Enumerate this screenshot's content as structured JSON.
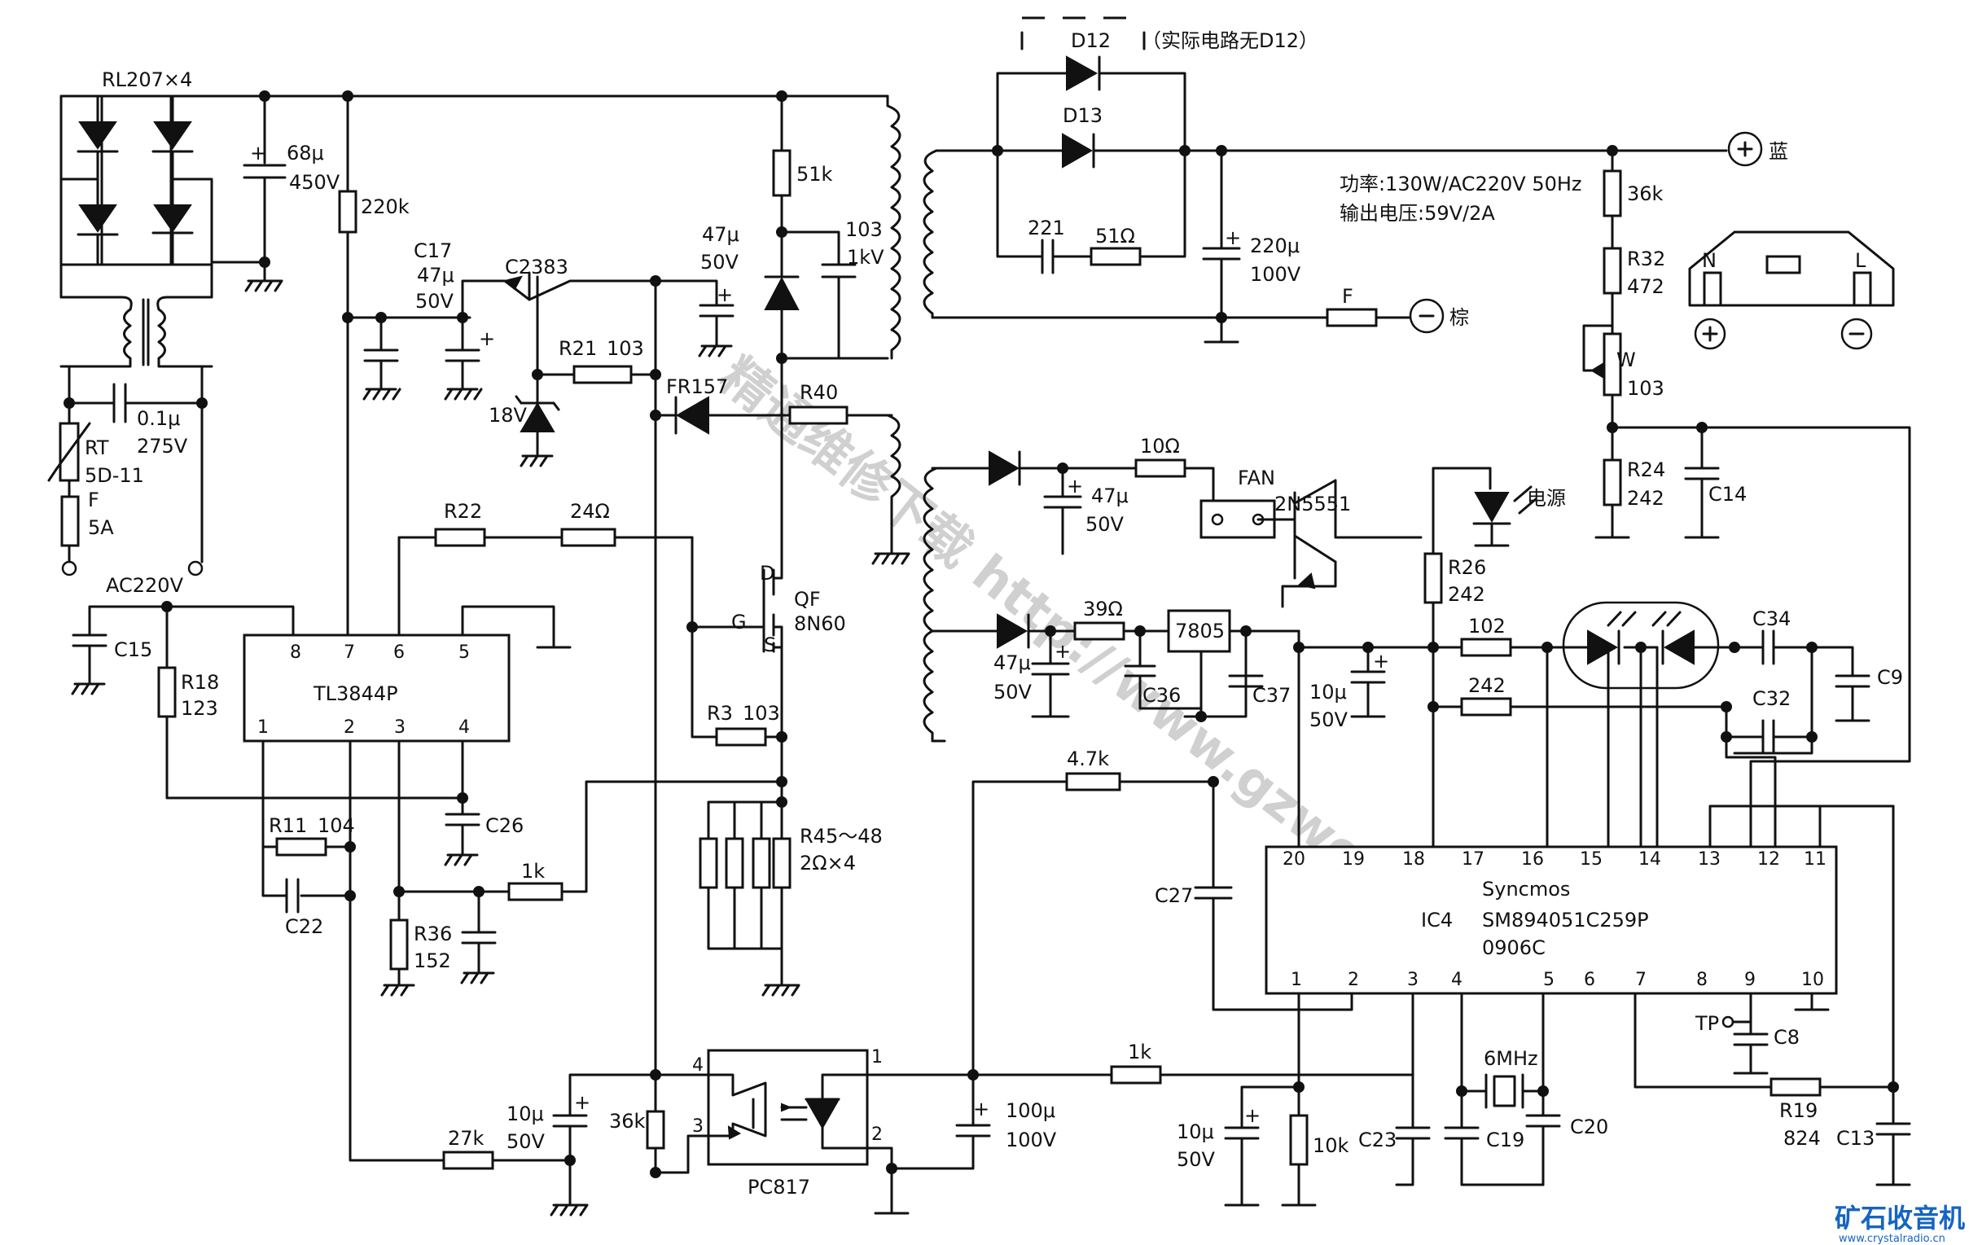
{
  "labels": {
    "bridge": "RL207×4",
    "c_bulk": "68μ",
    "c_bulk_v": "450V",
    "r_start": "220k",
    "c17_name": "C17",
    "c17_val": "47μ",
    "c17_v": "50V",
    "q_2383": "C2383",
    "r21": "R21",
    "r21_val": "103",
    "zener": "18V",
    "c_top": "47μ",
    "c_top_v": "50V",
    "r51k": "51k",
    "c103": "103",
    "c103_v": "1kV",
    "fr157": "FR157",
    "r40": "R40",
    "cap_x": "0.1μ",
    "cap_x_v": "275V",
    "rt": "RT",
    "rt_val": "5D-11",
    "fuse": "F",
    "fuse_val": "5A",
    "ac": "AC220V",
    "r22": "R22",
    "r24ohm": "24Ω",
    "qf": "QF",
    "qf_val": "8N60",
    "g": "G",
    "d": "D",
    "s": "S",
    "c15": "C15",
    "r18": "R18",
    "r18_val": "123",
    "ic1": "TL3844P",
    "r3": "R3",
    "r3_val": "103",
    "r45": "R45～48",
    "r45_val": "2Ω×4",
    "r11": "R11",
    "r11_val": "104",
    "c22": "C22",
    "c26": "C26",
    "r1k_a": "1k",
    "r36": "R36",
    "r36_val": "152",
    "c10u": "10μ",
    "c10u_v": "50V",
    "r36k_b": "36k",
    "r27k": "27k",
    "pc817": "PC817",
    "c100u": "100μ",
    "c100u_v": "100V",
    "d12": "D12",
    "d12_note": "（实际电路无D12）",
    "d13": "D13",
    "c221": "221",
    "r51ohm": "51Ω",
    "c220u": "220μ",
    "c220u_v": "100V",
    "fuse_out": "F",
    "blue": "蓝",
    "brown": "棕",
    "power": "功率:130W/AC220V 50Hz",
    "vout": "输出电压:59V/2A",
    "r36k": "36k",
    "r32": "R32",
    "r32_val": "472",
    "w": "W",
    "w_val": "103",
    "r24": "R24",
    "r24_val": "242",
    "c14": "C14",
    "plug_n": "N",
    "plug_l": "L",
    "r10ohm": "10Ω",
    "c47u_fan": "47μ",
    "c47u_fan_v": "50V",
    "fan": "FAN",
    "q2n5551": "2N5551",
    "led_power": "电源",
    "r26": "R26",
    "r26_val": "242",
    "r39ohm": "39Ω",
    "c47u_5": "47μ",
    "c47u_5_v": "50V",
    "reg7805": "7805",
    "c36": "C36",
    "c37": "C37",
    "c10u_b": "10μ",
    "c10u_b_v": "50V",
    "r102": "102",
    "r242": "242",
    "c34": "C34",
    "c32": "C32",
    "c9": "C9",
    "r4k7": "4.7k",
    "c27": "C27",
    "ic4_brand": "Syncmos",
    "ic4": "IC4",
    "ic4_part": "SM894051C259P",
    "ic4_code": "0906C",
    "tp": "TP",
    "c8": "C8",
    "r1k_b": "1k",
    "xtal": "6MHz",
    "c10u_c": "10μ",
    "c10u_c_v": "50V",
    "r10k": "10k",
    "c23": "C23",
    "c19": "C19",
    "c20": "C20",
    "r19": "R19",
    "r19_val": "824",
    "c13": "C13",
    "logo": "矿石收音机",
    "logo_url": "www.crystalradio.cn",
    "watermark": "精通维修下载  http://www.gzweix.com"
  },
  "tl3844_pins_top": [
    "8",
    "7",
    "6",
    "5"
  ],
  "tl3844_pins_bottom": [
    "1",
    "2",
    "3",
    "4"
  ],
  "ic4_pins_top": [
    "20",
    "19",
    "18",
    "17",
    "16",
    "15",
    "14",
    "13",
    "12",
    "11"
  ],
  "ic4_pins_bottom": [
    "1",
    "2",
    "3",
    "4",
    "5",
    "6",
    "7",
    "8",
    "9",
    "10"
  ],
  "pc817_pins": [
    "4",
    "3",
    "1",
    "2"
  ]
}
